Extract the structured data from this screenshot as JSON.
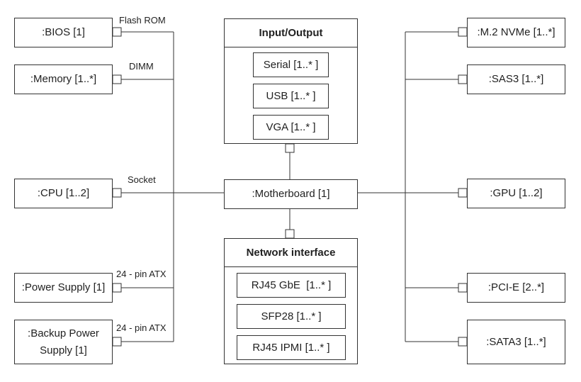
{
  "left_components": [
    {
      "id": "bios",
      "label": ":BIOS [1]",
      "connector": "Flash ROM"
    },
    {
      "id": "memory",
      "label": ":Memory [1..*]",
      "connector": "DIMM"
    },
    {
      "id": "cpu",
      "label": ":CPU [1..2]",
      "connector": "Socket"
    },
    {
      "id": "power-supply",
      "label": ":Power Supply [1]",
      "connector": "24 - pin ATX"
    },
    {
      "id": "backup-power-supply",
      "label": ":Backup Power Supply [1]",
      "connector": "24 - pin ATX"
    }
  ],
  "right_components": [
    {
      "id": "m2-nvme",
      "label": ":M.2 NVMe [1..*]"
    },
    {
      "id": "sas3",
      "label": ":SAS3 [1..*]"
    },
    {
      "id": "gpu",
      "label": ":GPU [1..2]"
    },
    {
      "id": "pci-e",
      "label": ":PCI-E [2..*]"
    },
    {
      "id": "sata3",
      "label": ":SATA3 [1..*]"
    }
  ],
  "motherboard": {
    "label": ":Motherboard [1]"
  },
  "io_group": {
    "title": "Input/Output",
    "items": [
      "Serial [1..* ]",
      "USB [1..* ]",
      "VGA [1..* ]"
    ]
  },
  "network_group": {
    "title": "Network interface",
    "items": [
      "RJ45 GbE  [1..* ]",
      "SFP28 [1..* ]",
      "RJ45 IPMI [1..* ]"
    ]
  }
}
